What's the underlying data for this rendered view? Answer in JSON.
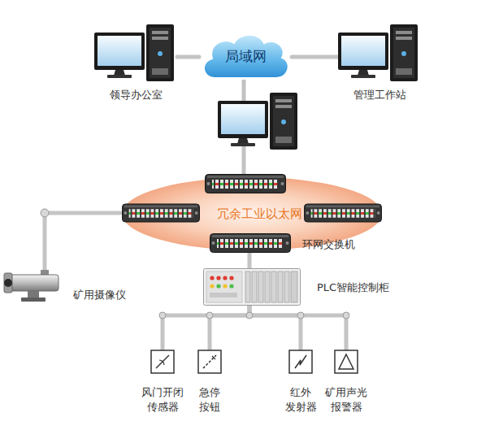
{
  "diagram": {
    "nodes": [
      {
        "text": [
          "局域网"
        ]
      },
      {
        "text": [
          "领导办公室"
        ]
      },
      {
        "text": [
          "管理工作站"
        ]
      },
      {
        "text": [
          "冗余工业以太网"
        ]
      },
      {
        "text": [
          "环网交换机"
        ]
      },
      {
        "text": [
          "矿用摄像仪"
        ]
      },
      {
        "text": [
          "PLC智能控制柜"
        ]
      },
      {
        "text": [
          "风门开闭 传感器"
        ]
      },
      {
        "text": [
          "急停 按钮"
        ]
      },
      {
        "text": [
          "红外 发射器"
        ]
      },
      {
        "text": [
          "矿用声光 报警器"
        ]
      }
    ],
    "edges": [
      {
        "from": 1,
        "to": 0,
        "arrow": "none"
      },
      {
        "from": 2,
        "to": 0,
        "arrow": "none"
      },
      {
        "from": 5,
        "to": 3,
        "arrow": "none"
      },
      {
        "from": 4,
        "to": 6,
        "arrow": "none"
      },
      {
        "from": 6,
        "to": 7,
        "arrow": "none"
      },
      {
        "from": 6,
        "to": 8,
        "arrow": "none"
      },
      {
        "from": 6,
        "to": 9,
        "arrow": "none"
      },
      {
        "from": 6,
        "to": 10,
        "arrow": "none"
      }
    ]
  }
}
